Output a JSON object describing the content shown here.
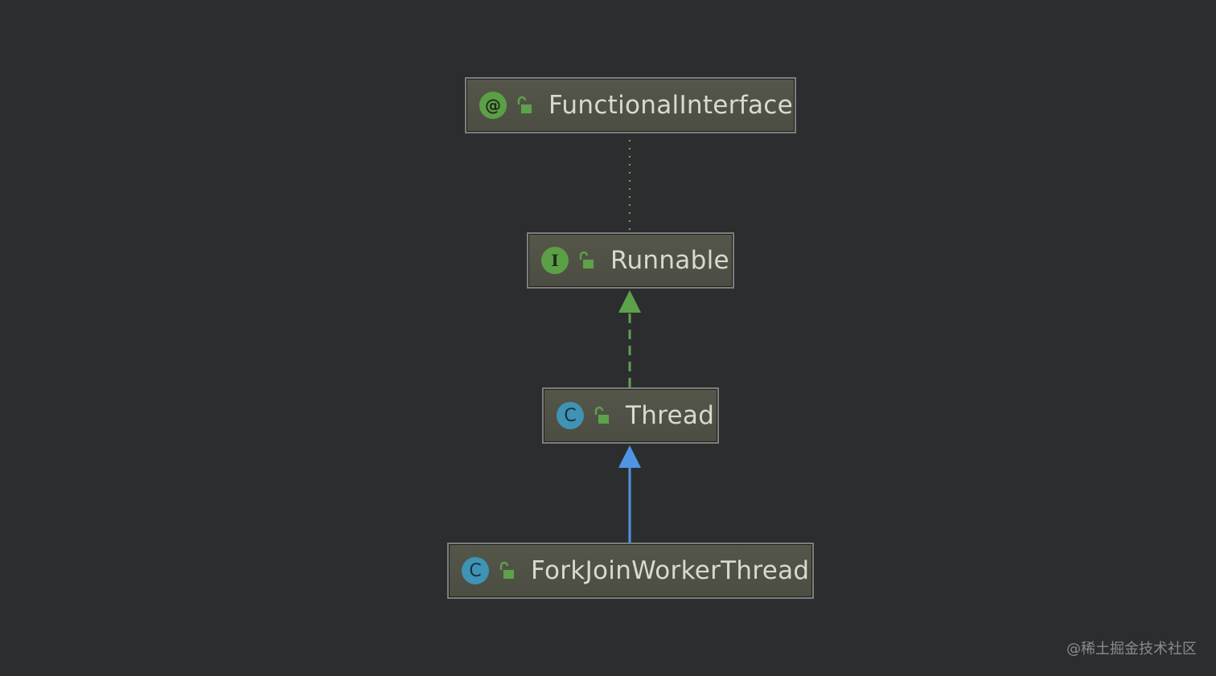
{
  "diagram": {
    "nodes": [
      {
        "id": "functional-interface",
        "label": "FunctionalInterface",
        "kind": "annotation",
        "kind_glyph": "@",
        "visibility_icon": "unlocked-padlock-icon"
      },
      {
        "id": "runnable",
        "label": "Runnable",
        "kind": "interface",
        "kind_glyph": "I",
        "visibility_icon": "unlocked-padlock-icon"
      },
      {
        "id": "thread",
        "label": "Thread",
        "kind": "class",
        "kind_glyph": "C",
        "visibility_icon": "unlocked-padlock-icon"
      },
      {
        "id": "fork-join-worker-thread",
        "label": "ForkJoinWorkerThread",
        "kind": "class",
        "kind_glyph": "C",
        "visibility_icon": "unlocked-padlock-icon"
      }
    ],
    "edges": [
      {
        "from": "runnable",
        "to": "functional-interface",
        "style": "dotted",
        "color": "#7ea04a",
        "arrow": false
      },
      {
        "from": "thread",
        "to": "runnable",
        "style": "dashed",
        "color": "#5ea14b",
        "arrow": true
      },
      {
        "from": "fork-join-worker-thread",
        "to": "thread",
        "style": "solid",
        "color": "#4f95e3",
        "arrow": true
      }
    ]
  },
  "colors": {
    "background": "#2b2d2f",
    "node_fill": "#4f5045",
    "node_border": "#7c7f7d",
    "annotation_badge": "#5b9f46",
    "interface_badge": "#5b9f46",
    "class_badge": "#3f93b4",
    "lock": "#5ea14b"
  },
  "watermark": "@稀土掘金技术社区"
}
